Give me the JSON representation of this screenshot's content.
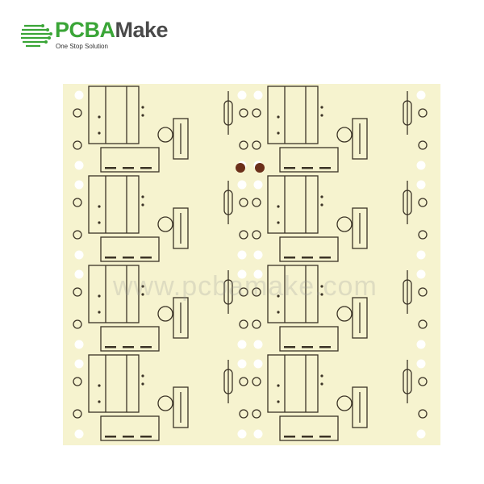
{
  "logo": {
    "brand_green": "PCBA",
    "brand_gray": "Make",
    "tagline": "One Stop Solution",
    "colors": {
      "green": "#3aa537",
      "gray": "#4a4a4a"
    }
  },
  "watermark": "www.pcbamake.com",
  "board": {
    "color": "#f6f3cf",
    "trace_color": "#3b3326",
    "panel_columns": 2,
    "panel_rows": 4
  }
}
